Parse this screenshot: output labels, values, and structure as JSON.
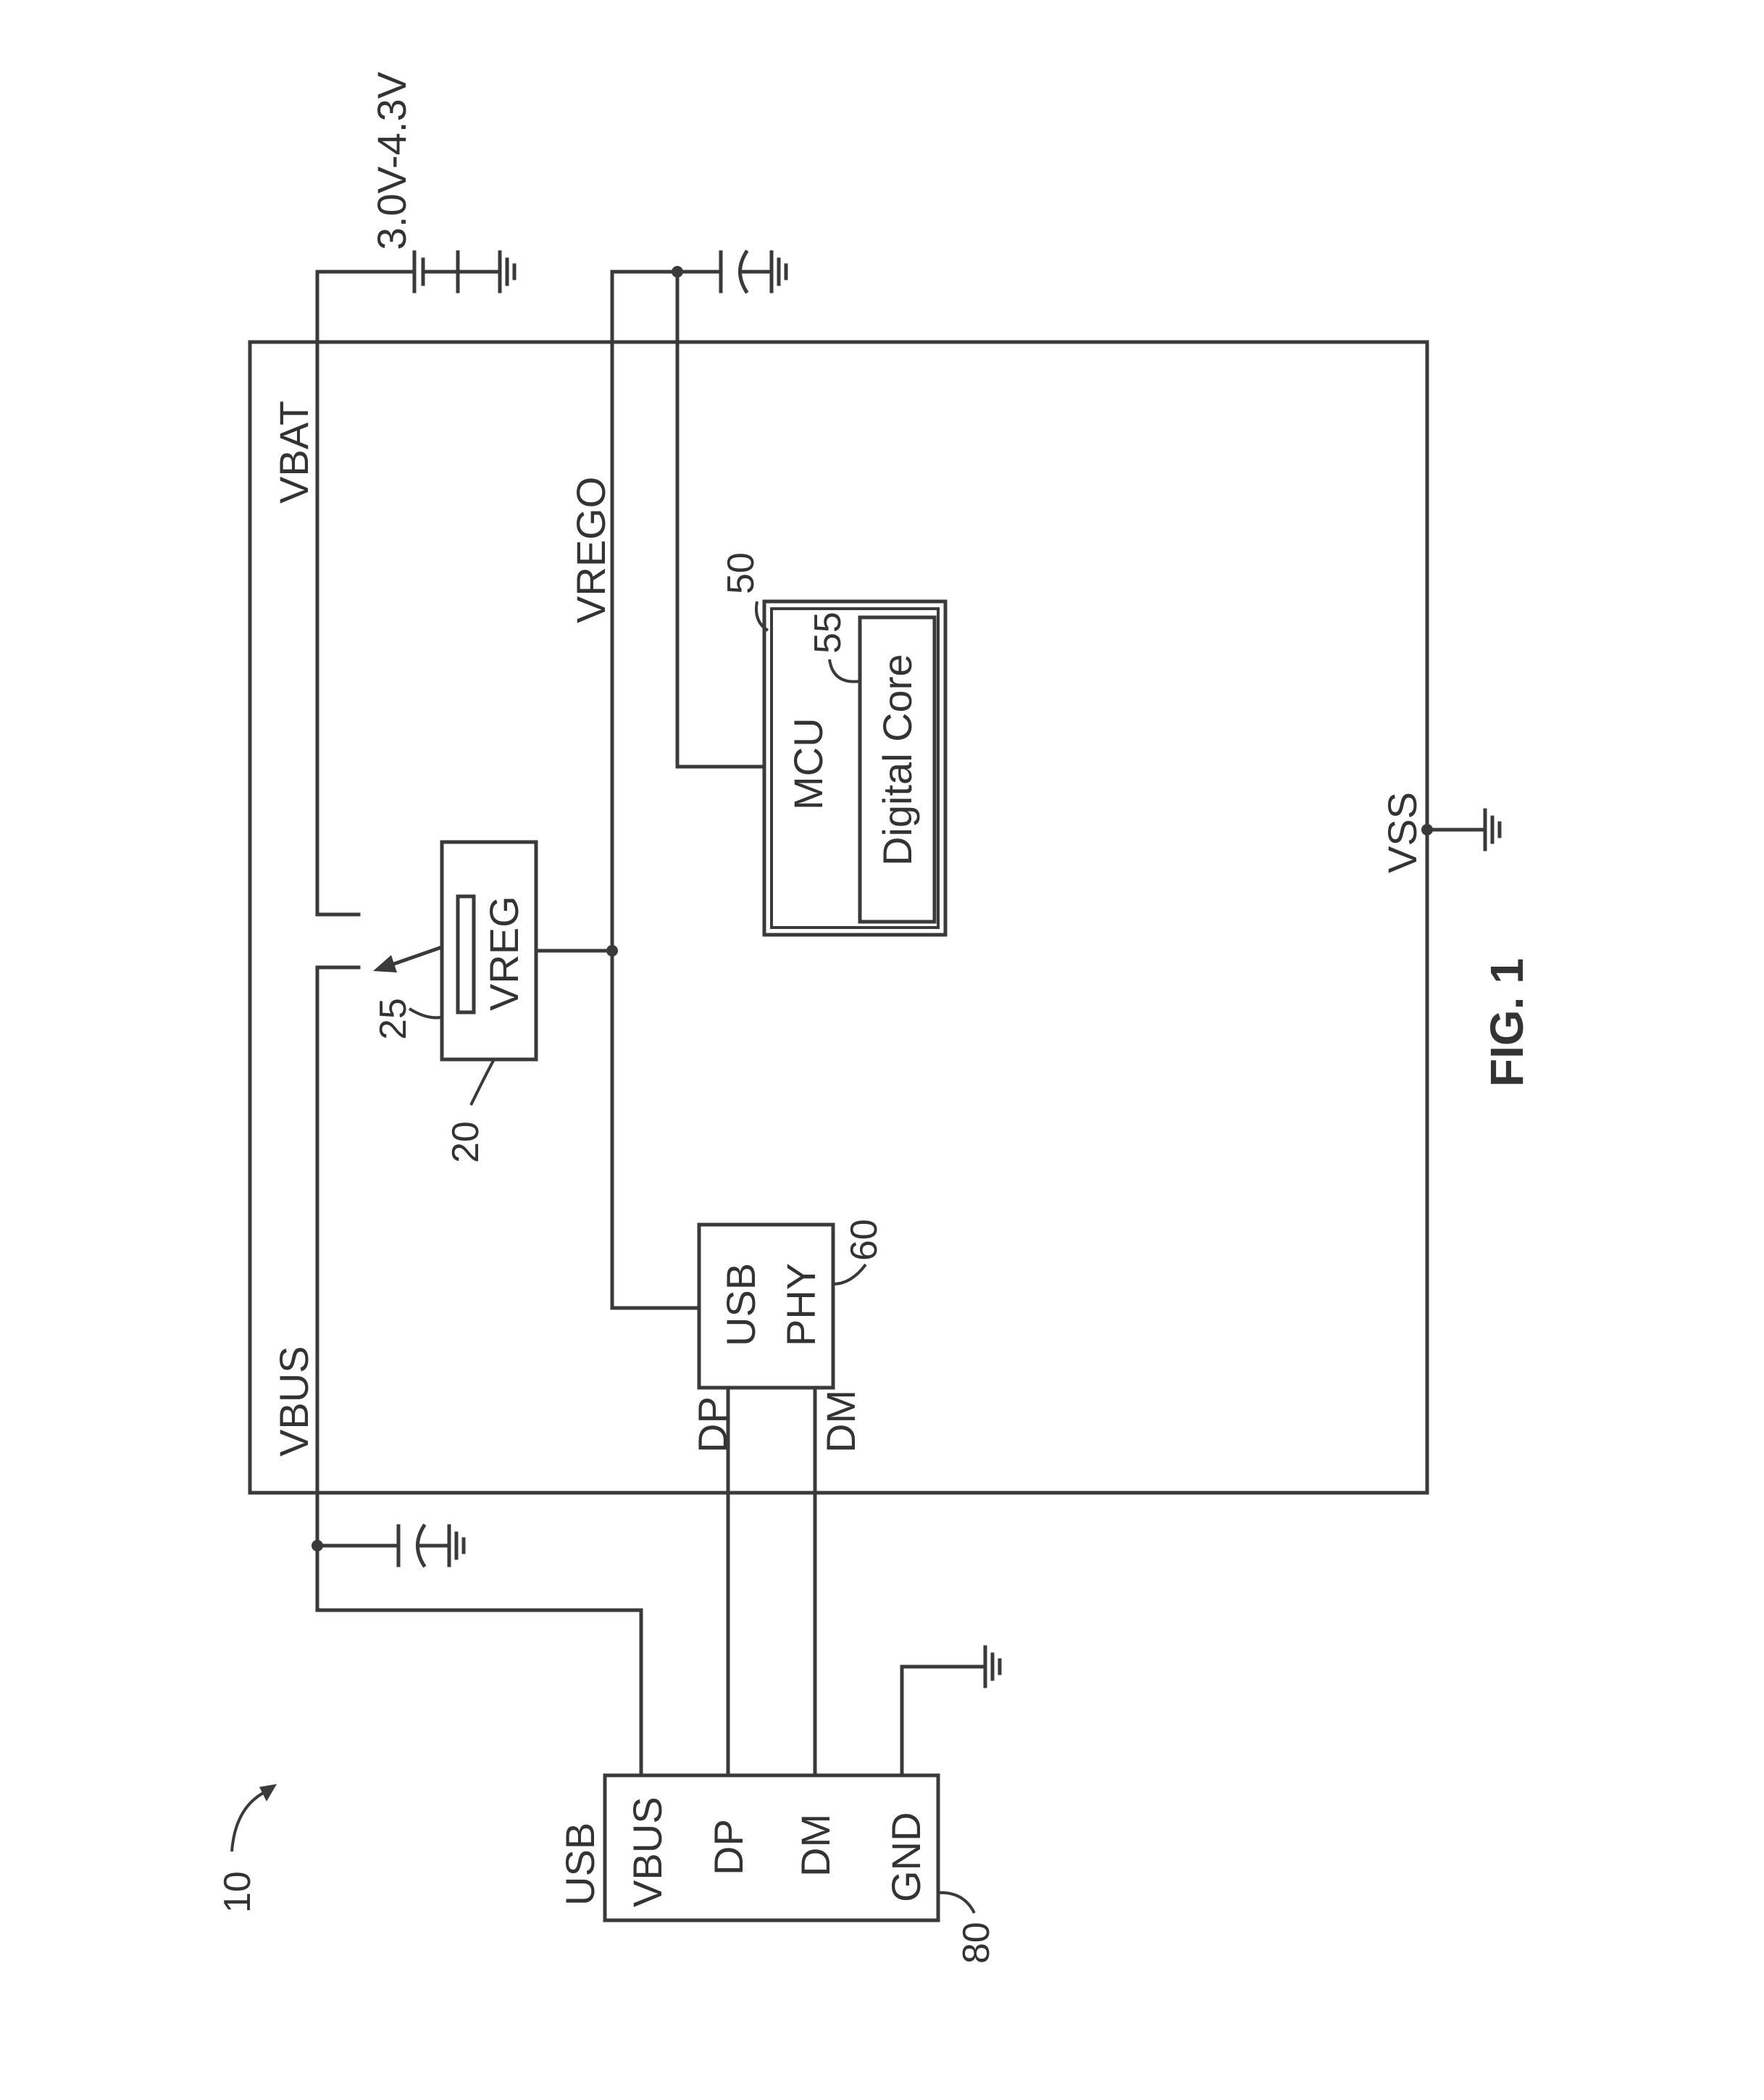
{
  "figure": {
    "caption": "FIG. 1",
    "ref_system": "10"
  },
  "supply": {
    "battery_voltage": "3.0V-4.3V"
  },
  "rails": {
    "vbat": "VBAT",
    "vrego": "VREGO",
    "vbus": "VBUS",
    "vss": "VSS",
    "dp": "DP",
    "dm": "DM"
  },
  "blocks": {
    "vreg": {
      "label": "VREG",
      "ref": "20",
      "switch_ref": "25"
    },
    "mcu": {
      "label": "MCU",
      "ref": "50",
      "core_label": "Digital Core",
      "core_ref": "55"
    },
    "usb_phy": {
      "line1": "USB",
      "line2": "PHY",
      "ref": "60"
    },
    "usb_connector": {
      "title": "USB",
      "ref": "80",
      "pins": [
        "VBUS",
        "DP",
        "DM",
        "GND"
      ]
    }
  }
}
